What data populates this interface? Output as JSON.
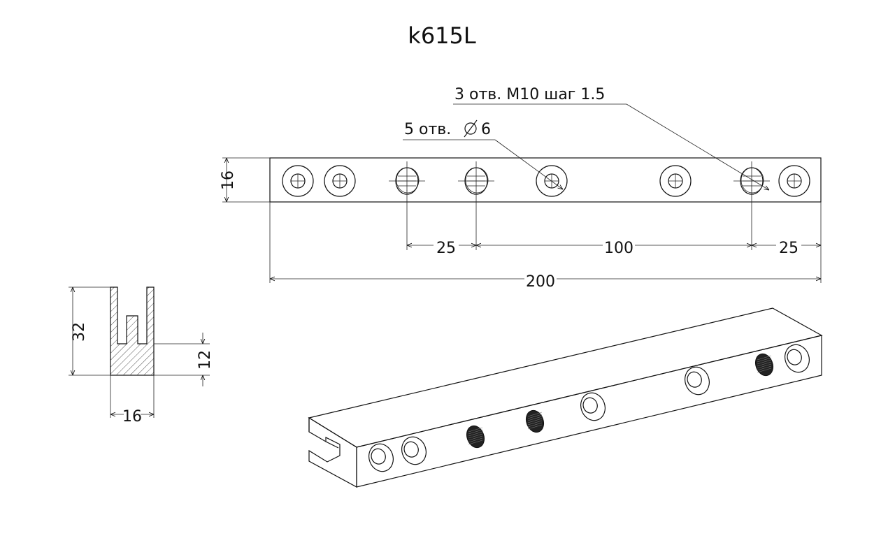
{
  "title": "k615L",
  "callouts": {
    "threaded": "3 отв. M10 шаг 1.5",
    "plain_prefix": "5 отв.",
    "plain_diameter": "6"
  },
  "top_view_dims": {
    "height": "16",
    "dim_left": "25",
    "dim_middle": "100",
    "dim_right": "25",
    "total_length": "200"
  },
  "section_dims": {
    "height": "32",
    "base": "12",
    "width": "16"
  },
  "colors": {
    "line": "#111111",
    "background": "#ffffff"
  }
}
